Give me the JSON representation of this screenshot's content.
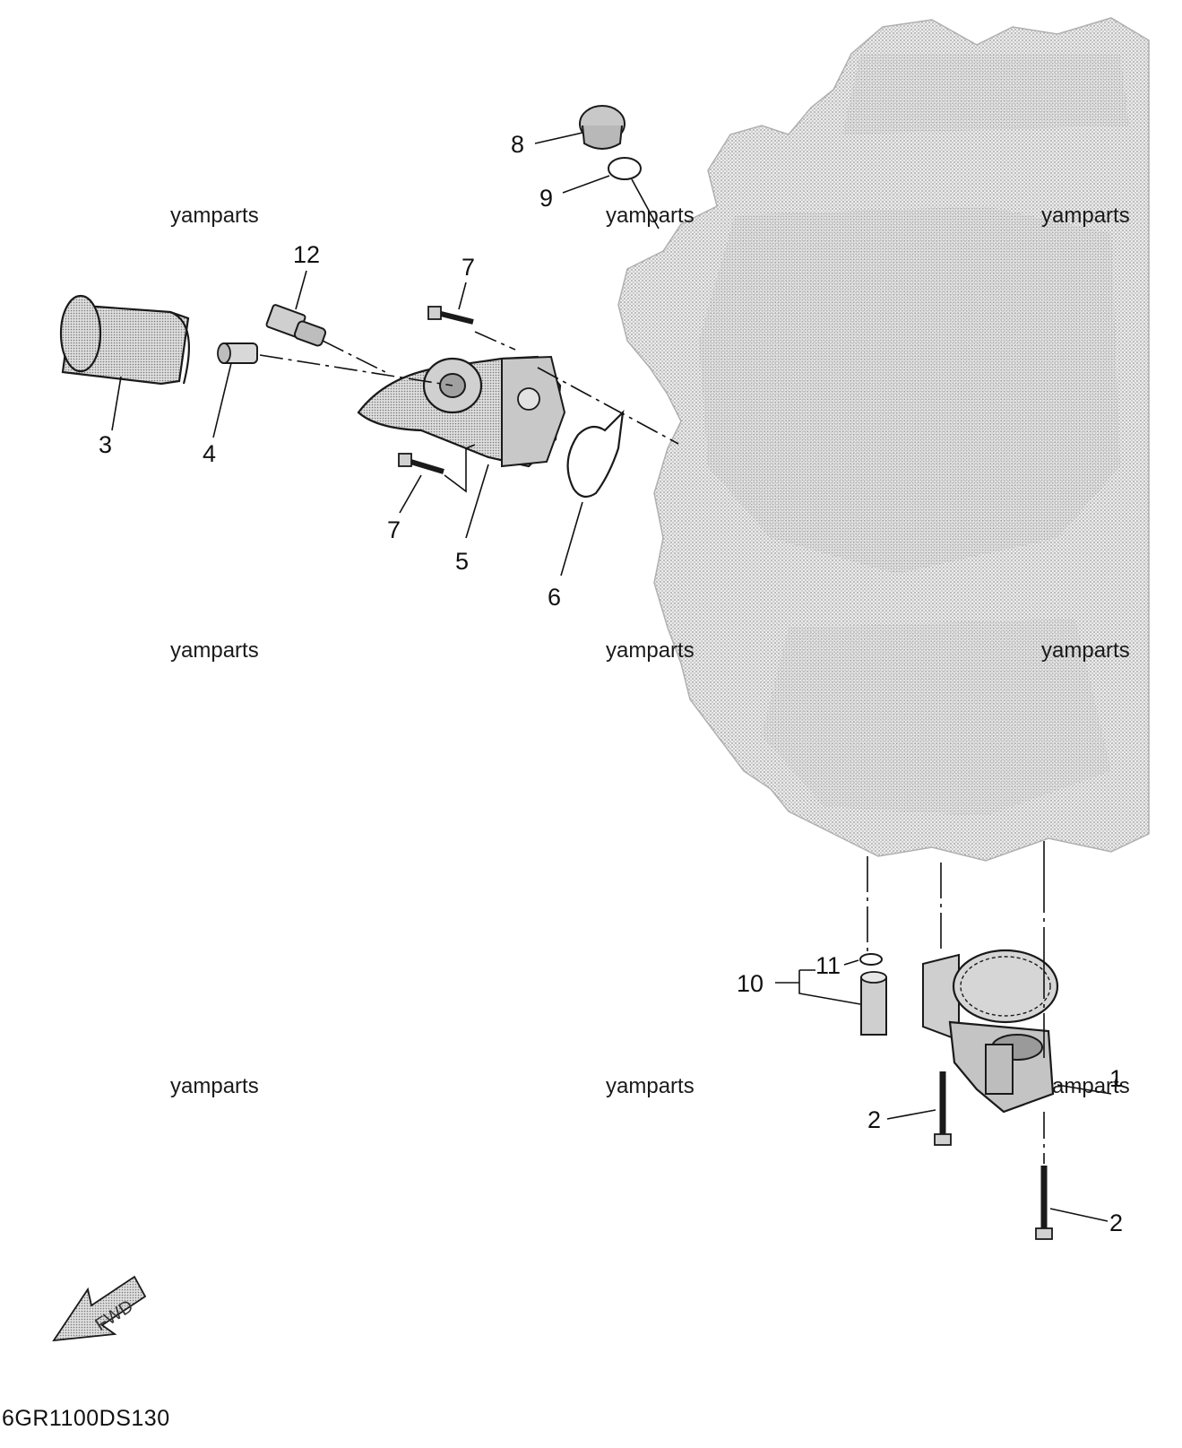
{
  "diagram_code": "6GR1100DS130",
  "fwd_label": "FWD",
  "watermark": "yamparts",
  "callouts": {
    "c1": "1",
    "c2a": "2",
    "c2b": "2",
    "c3": "3",
    "c4": "4",
    "c5": "5",
    "c6": "6",
    "c7a": "7",
    "c7b": "7",
    "c8": "8",
    "c9": "9",
    "c10": "10",
    "c11": "11",
    "c12": "12"
  },
  "colors": {
    "engine_block": "#d0d0d0",
    "part_fill": "#d4d4d4",
    "outline": "#1a1a1a"
  }
}
